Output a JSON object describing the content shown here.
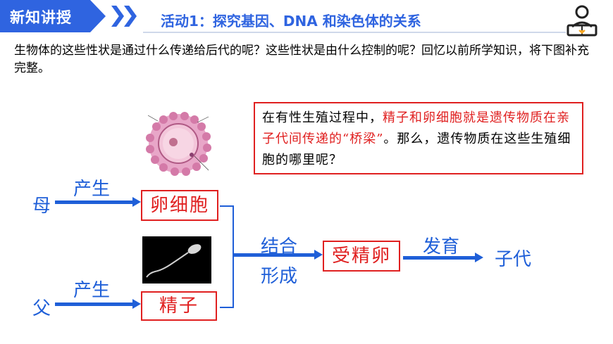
{
  "header": {
    "badge": "新知讲授",
    "title": "活动1：探究基因、DNA 和染色体的关系",
    "right_icon": "reader-icon"
  },
  "question": "生物体的这些性状是通过什么传递给后代的呢？这些性状是由什么控制的呢？回忆以前所学知识，将下图补充完整。",
  "callout": {
    "part1": "在有性生殖过程中，",
    "part2": "精子和卵细胞就是遗传物质在亲子代间传递的“桥梁”",
    "part3": "。那么，遗传物质在这些生殖细胞的哪里呢？"
  },
  "diagram": {
    "mother": "母",
    "father": "父",
    "produce_top": "产生",
    "produce_bottom": "产生",
    "egg": "卵细胞",
    "sperm": "精子",
    "combine_line1": "结合",
    "combine_line2": "形成",
    "zygote": "受精卵",
    "develop": "发育",
    "offspring": "子代"
  },
  "colors": {
    "accent_blue": "#2f64e0",
    "diagram_blue": "#1f5fd8",
    "highlight_red": "#e02020"
  }
}
